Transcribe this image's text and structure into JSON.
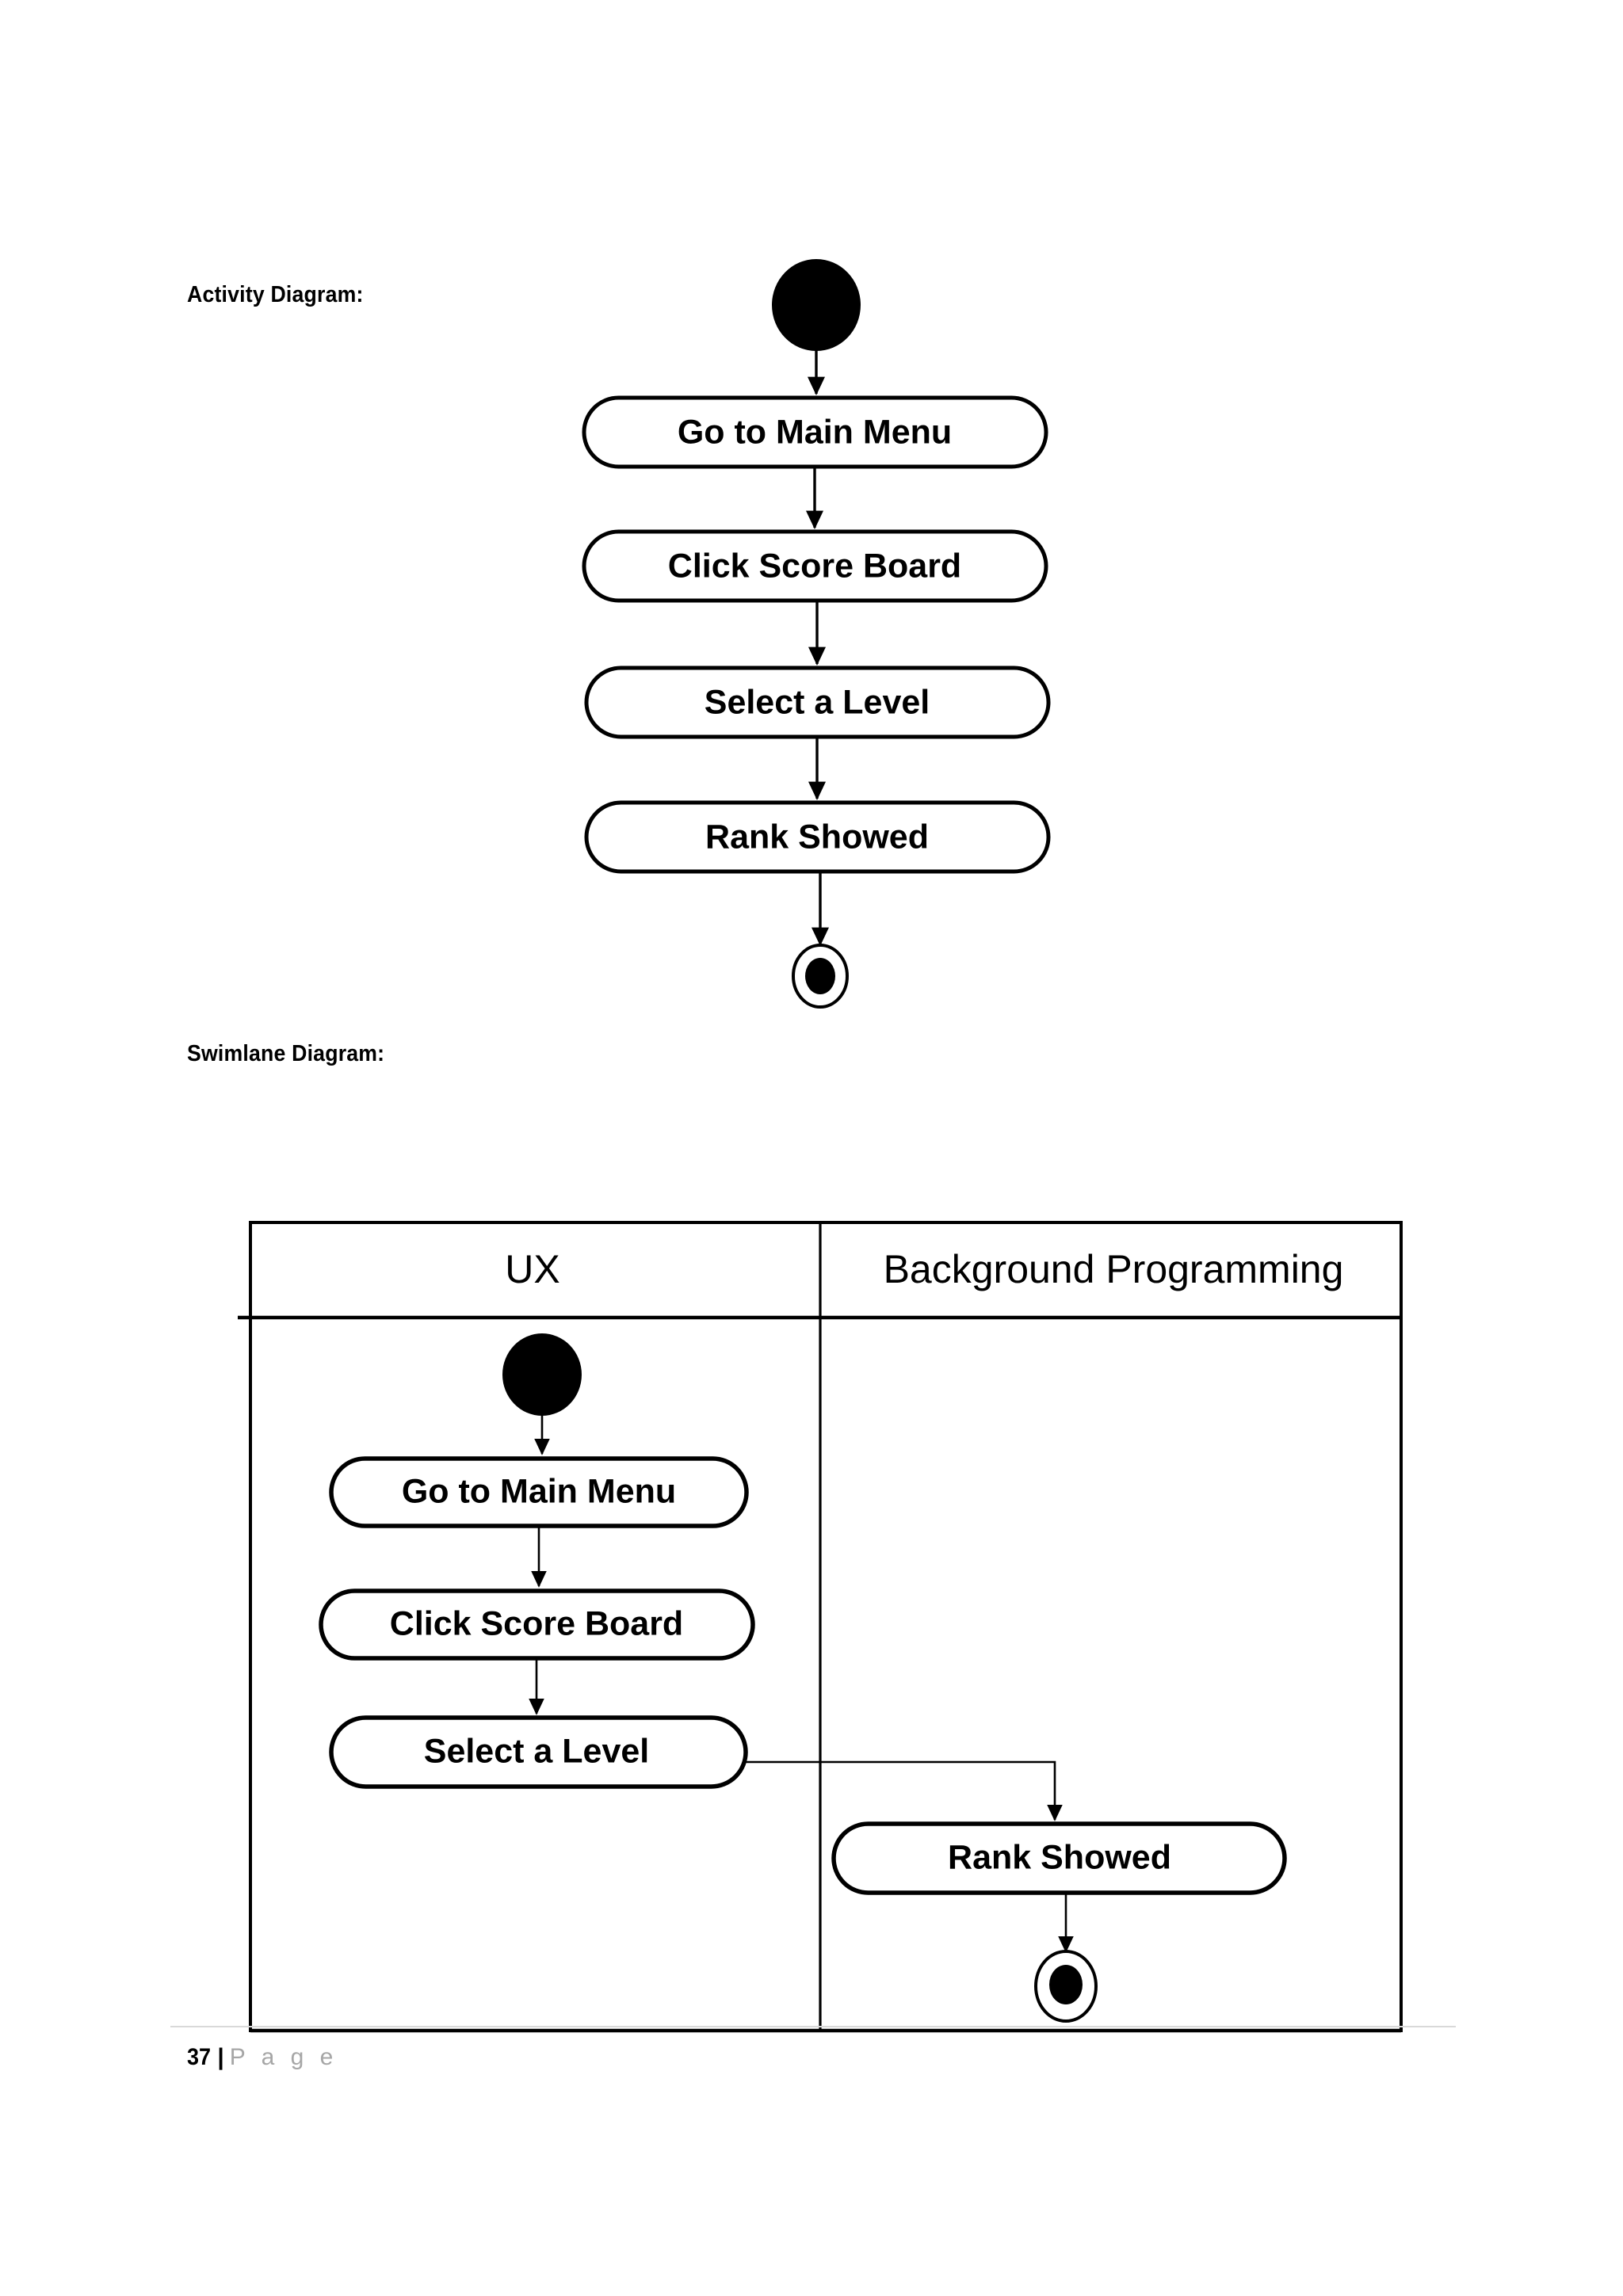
{
  "document": {
    "page_number": "37",
    "footer_separator": "|",
    "footer_label": "P a g e"
  },
  "sections": {
    "activity": {
      "caption": "Activity Diagram:"
    },
    "swimlane": {
      "caption": "Swimlane Diagram:"
    }
  },
  "activity_diagram": {
    "start_node": "filled-circle-start-node",
    "end_node": "bullseye-end-node",
    "nodes": [
      {
        "id": "go-to-main-menu",
        "label": "Go to Main Menu"
      },
      {
        "id": "click-score-board",
        "label": "Click Score Board"
      },
      {
        "id": "select-a-level",
        "label": "Select a Level"
      },
      {
        "id": "rank-showed",
        "label": "Rank Showed"
      }
    ],
    "flows": [
      {
        "from": "start",
        "to": "go-to-main-menu"
      },
      {
        "from": "go-to-main-menu",
        "to": "click-score-board"
      },
      {
        "from": "click-score-board",
        "to": "select-a-level"
      },
      {
        "from": "select-a-level",
        "to": "rank-showed"
      },
      {
        "from": "rank-showed",
        "to": "end"
      }
    ]
  },
  "swimlane_diagram": {
    "lanes": [
      {
        "id": "ux",
        "title": "UX"
      },
      {
        "id": "background-programming",
        "title": "Background Programming"
      }
    ],
    "start_node": "filled-circle-start-node",
    "end_node": "bullseye-end-node",
    "nodes": [
      {
        "id": "sw-go-to-main-menu",
        "lane": "ux",
        "label": "Go to Main Menu"
      },
      {
        "id": "sw-click-score-board",
        "lane": "ux",
        "label": "Click Score Board"
      },
      {
        "id": "sw-select-a-level",
        "lane": "ux",
        "label": "Select a Level"
      },
      {
        "id": "sw-rank-showed",
        "lane": "background-programming",
        "label": "Rank Showed"
      }
    ],
    "flows": [
      {
        "from": "start",
        "to": "sw-go-to-main-menu"
      },
      {
        "from": "sw-go-to-main-menu",
        "to": "sw-click-score-board"
      },
      {
        "from": "sw-click-score-board",
        "to": "sw-select-a-level"
      },
      {
        "from": "sw-select-a-level",
        "to": "sw-rank-showed",
        "crosses_lane": true
      },
      {
        "from": "sw-rank-showed",
        "to": "end"
      }
    ]
  },
  "colors": {
    "ink": "#000000",
    "paper": "#ffffff",
    "footer_gray": "#a6a6a6",
    "rule_gray": "#d9d9d9"
  }
}
